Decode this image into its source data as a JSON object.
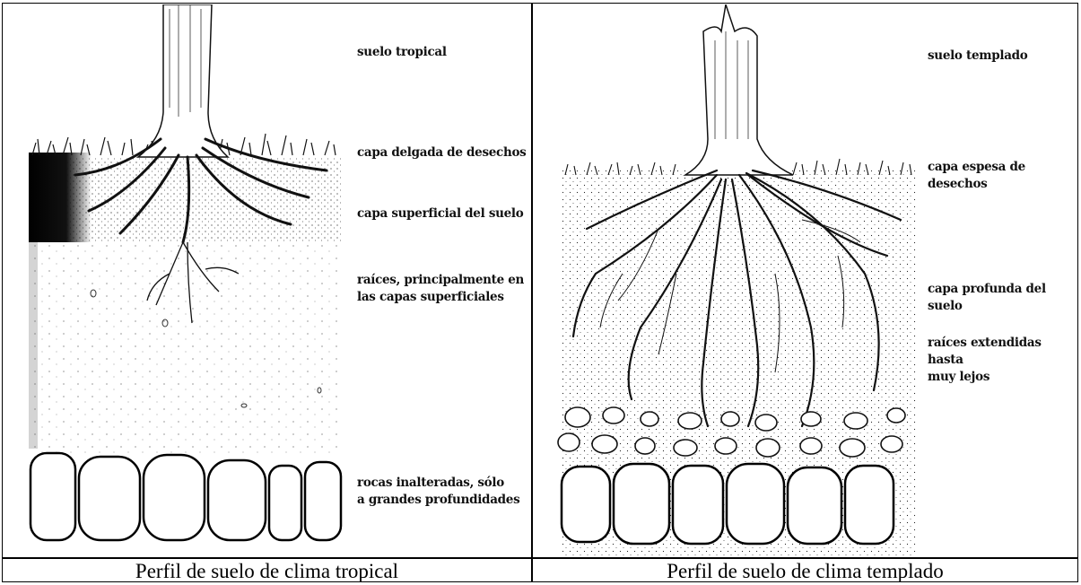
{
  "tropical": {
    "labels": {
      "soil": "suelo tropical",
      "litter": "capa delgada de desechos",
      "topsoil": "capa superficial del suelo",
      "roots": "raíces, principalmente en\nlas capas superficiales",
      "rocks": "rocas inalteradas, sólo\na grandes profundidades"
    },
    "caption": "Perfil de suelo de clima tropical"
  },
  "temperate": {
    "labels": {
      "soil": "suelo templado",
      "litter": "capa espesa de desechos",
      "deep": "capa profunda del suelo",
      "roots": "raíces extendidas hasta\nmuy lejos"
    },
    "caption": "Perfil de suelo de clima templado"
  }
}
